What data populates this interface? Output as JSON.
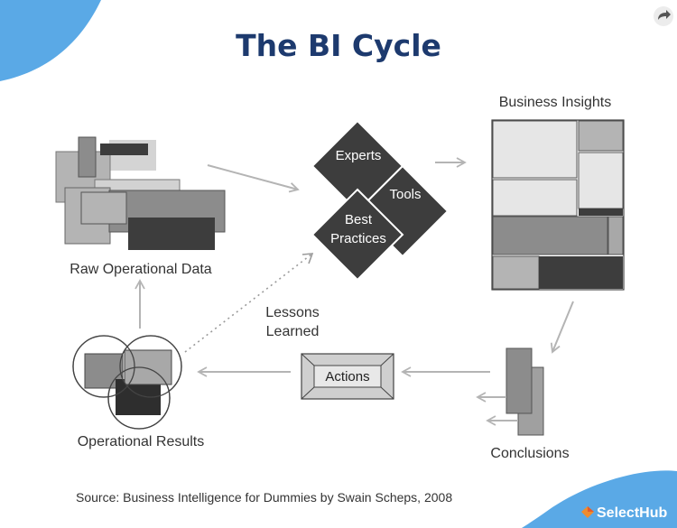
{
  "title": "The BI Cycle",
  "labels": {
    "raw_data": "Raw Operational Data",
    "business_insights": "Business Insights",
    "conclusions": "Conclusions",
    "operational_results": "Operational Results",
    "lessons_line1": "Lessons",
    "lessons_line2": "Learned"
  },
  "process": {
    "experts": "Experts",
    "tools": "Tools",
    "best_line1": "Best",
    "best_line2": "Practices"
  },
  "actions": "Actions",
  "source": "Source: Business Intelligence for Dummies by Swain Scheps, 2008",
  "brand": "SelectHub",
  "colors": {
    "title": "#1d3a6e",
    "accent": "#5aa9e6",
    "dark": "#3d3d3d",
    "mid": "#8c8c8c",
    "light": "#e6e6e6",
    "arrow": "#b4b4b4"
  },
  "icons": {
    "share": "share-icon",
    "logo": "selecthub-logo-icon"
  }
}
